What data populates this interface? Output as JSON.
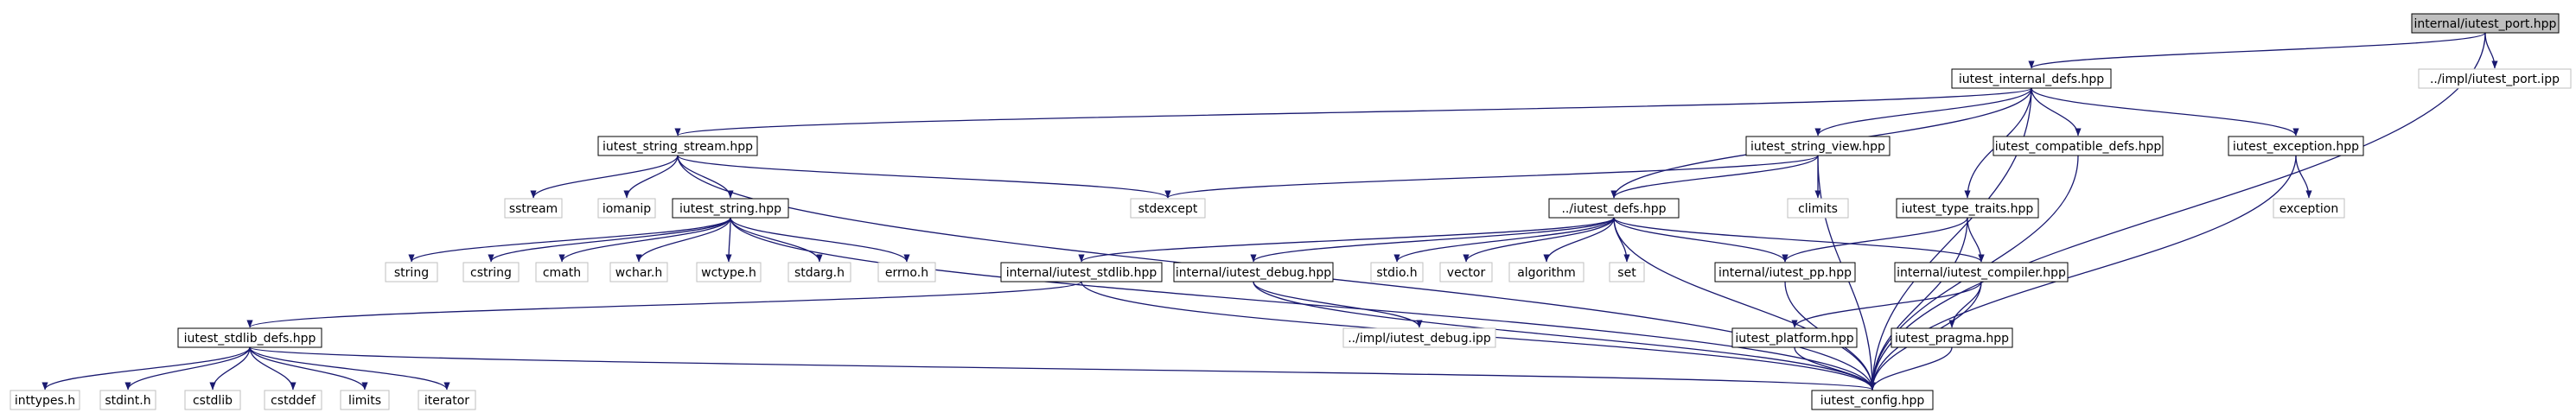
{
  "nodes": [
    {
      "id": "root",
      "label": "internal/iutest_port.hpp",
      "style": "root"
    },
    {
      "id": "impl_port",
      "label": "../impl/iutest_port.ipp",
      "style": "missing"
    },
    {
      "id": "internal_defs",
      "label": "iutest_internal_defs.hpp",
      "style": "normal"
    },
    {
      "id": "string_stream",
      "label": "iutest_string_stream.hpp",
      "style": "normal"
    },
    {
      "id": "string_view",
      "label": "iutest_string_view.hpp",
      "style": "normal"
    },
    {
      "id": "compatible_defs",
      "label": "iutest_compatible_defs.hpp",
      "style": "normal"
    },
    {
      "id": "exception_hpp",
      "label": "iutest_exception.hpp",
      "style": "normal"
    },
    {
      "id": "sstream",
      "label": "sstream",
      "style": "missing"
    },
    {
      "id": "iomanip",
      "label": "iomanip",
      "style": "missing"
    },
    {
      "id": "string_hpp",
      "label": "iutest_string.hpp",
      "style": "normal"
    },
    {
      "id": "stdexcept",
      "label": "stdexcept",
      "style": "missing"
    },
    {
      "id": "iutest_defs",
      "label": "../iutest_defs.hpp",
      "style": "normal"
    },
    {
      "id": "climits",
      "label": "climits",
      "style": "missing"
    },
    {
      "id": "type_traits",
      "label": "iutest_type_traits.hpp",
      "style": "normal"
    },
    {
      "id": "exception_std",
      "label": "exception",
      "style": "missing"
    },
    {
      "id": "string_std",
      "label": "string",
      "style": "missing"
    },
    {
      "id": "cstring",
      "label": "cstring",
      "style": "missing"
    },
    {
      "id": "cmath",
      "label": "cmath",
      "style": "missing"
    },
    {
      "id": "wchar",
      "label": "wchar.h",
      "style": "missing"
    },
    {
      "id": "wctype",
      "label": "wctype.h",
      "style": "missing"
    },
    {
      "id": "stdarg",
      "label": "stdarg.h",
      "style": "missing"
    },
    {
      "id": "errno",
      "label": "errno.h",
      "style": "missing"
    },
    {
      "id": "stdlib_hpp",
      "label": "internal/iutest_stdlib.hpp",
      "style": "normal"
    },
    {
      "id": "debug_hpp",
      "label": "internal/iutest_debug.hpp",
      "style": "normal"
    },
    {
      "id": "stdio",
      "label": "stdio.h",
      "style": "missing"
    },
    {
      "id": "vector",
      "label": "vector",
      "style": "missing"
    },
    {
      "id": "algorithm",
      "label": "algorithm",
      "style": "missing"
    },
    {
      "id": "set",
      "label": "set",
      "style": "missing"
    },
    {
      "id": "pp_hpp",
      "label": "internal/iutest_pp.hpp",
      "style": "normal"
    },
    {
      "id": "compiler_hpp",
      "label": "internal/iutest_compiler.hpp",
      "style": "normal"
    },
    {
      "id": "stdlib_defs",
      "label": "iutest_stdlib_defs.hpp",
      "style": "normal"
    },
    {
      "id": "impl_debug",
      "label": "../impl/iutest_debug.ipp",
      "style": "missing"
    },
    {
      "id": "platform_hpp",
      "label": "iutest_platform.hpp",
      "style": "normal"
    },
    {
      "id": "pragma_hpp",
      "label": "iutest_pragma.hpp",
      "style": "normal"
    },
    {
      "id": "inttypes",
      "label": "inttypes.h",
      "style": "missing"
    },
    {
      "id": "stdint",
      "label": "stdint.h",
      "style": "missing"
    },
    {
      "id": "cstdlib",
      "label": "cstdlib",
      "style": "missing"
    },
    {
      "id": "cstddef",
      "label": "cstddef",
      "style": "missing"
    },
    {
      "id": "limits",
      "label": "limits",
      "style": "missing"
    },
    {
      "id": "iterator",
      "label": "iterator",
      "style": "missing"
    },
    {
      "id": "config_hpp",
      "label": "iutest_config.hpp",
      "style": "normal"
    }
  ],
  "edges": [
    [
      "root",
      "internal_defs"
    ],
    [
      "root",
      "impl_port"
    ],
    [
      "root",
      "config_hpp"
    ],
    [
      "internal_defs",
      "string_stream"
    ],
    [
      "internal_defs",
      "iutest_defs"
    ],
    [
      "internal_defs",
      "string_view"
    ],
    [
      "internal_defs",
      "type_traits"
    ],
    [
      "internal_defs",
      "compatible_defs"
    ],
    [
      "internal_defs",
      "exception_hpp"
    ],
    [
      "internal_defs",
      "config_hpp"
    ],
    [
      "string_stream",
      "sstream"
    ],
    [
      "string_stream",
      "iomanip"
    ],
    [
      "string_stream",
      "string_hpp"
    ],
    [
      "string_stream",
      "stdexcept"
    ],
    [
      "string_stream",
      "config_hpp"
    ],
    [
      "string_view",
      "stdexcept"
    ],
    [
      "string_view",
      "iutest_defs"
    ],
    [
      "string_view",
      "climits"
    ],
    [
      "string_view",
      "config_hpp"
    ],
    [
      "compatible_defs",
      "config_hpp"
    ],
    [
      "exception_hpp",
      "exception_std"
    ],
    [
      "exception_hpp",
      "config_hpp"
    ],
    [
      "string_hpp",
      "string_std"
    ],
    [
      "string_hpp",
      "cstring"
    ],
    [
      "string_hpp",
      "cmath"
    ],
    [
      "string_hpp",
      "wchar"
    ],
    [
      "string_hpp",
      "wctype"
    ],
    [
      "string_hpp",
      "stdarg"
    ],
    [
      "string_hpp",
      "errno"
    ],
    [
      "string_hpp",
      "config_hpp"
    ],
    [
      "iutest_defs",
      "stdlib_hpp"
    ],
    [
      "iutest_defs",
      "debug_hpp"
    ],
    [
      "iutest_defs",
      "stdio"
    ],
    [
      "iutest_defs",
      "vector"
    ],
    [
      "iutest_defs",
      "algorithm"
    ],
    [
      "iutest_defs",
      "set"
    ],
    [
      "iutest_defs",
      "pp_hpp"
    ],
    [
      "iutest_defs",
      "compiler_hpp"
    ],
    [
      "iutest_defs",
      "config_hpp"
    ],
    [
      "type_traits",
      "pp_hpp"
    ],
    [
      "type_traits",
      "compiler_hpp"
    ],
    [
      "type_traits",
      "config_hpp"
    ],
    [
      "stdlib_hpp",
      "stdlib_defs"
    ],
    [
      "stdlib_hpp",
      "config_hpp"
    ],
    [
      "debug_hpp",
      "impl_debug"
    ],
    [
      "debug_hpp",
      "config_hpp"
    ],
    [
      "pp_hpp",
      "config_hpp"
    ],
    [
      "compiler_hpp",
      "platform_hpp"
    ],
    [
      "compiler_hpp",
      "pragma_hpp"
    ],
    [
      "compiler_hpp",
      "config_hpp"
    ],
    [
      "stdlib_defs",
      "inttypes"
    ],
    [
      "stdlib_defs",
      "stdint"
    ],
    [
      "stdlib_defs",
      "cstdlib"
    ],
    [
      "stdlib_defs",
      "cstddef"
    ],
    [
      "stdlib_defs",
      "limits"
    ],
    [
      "stdlib_defs",
      "iterator"
    ],
    [
      "stdlib_defs",
      "config_hpp"
    ],
    [
      "platform_hpp",
      "config_hpp"
    ],
    [
      "pragma_hpp",
      "config_hpp"
    ]
  ],
  "colors": {
    "edge": "#191970",
    "root_fill": "#bfbfbf",
    "normal_border": "#000000",
    "missing_border": "#bfbfbf",
    "text": "#000000"
  }
}
